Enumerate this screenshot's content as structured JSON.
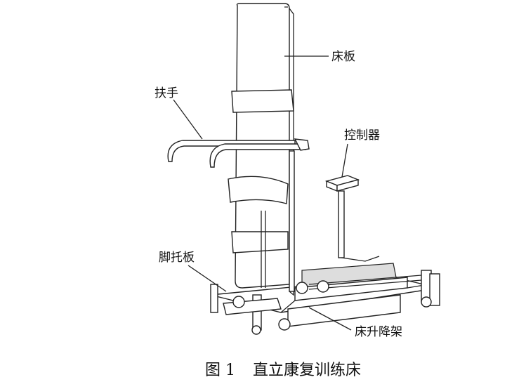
{
  "labels": {
    "bed_board": "床板",
    "handrail": "扶手",
    "controller": "控制器",
    "footrest": "脚托板",
    "lift_frame": "床升降架"
  },
  "caption": {
    "figure_number": "图 1",
    "title": "直立康复训练床"
  }
}
